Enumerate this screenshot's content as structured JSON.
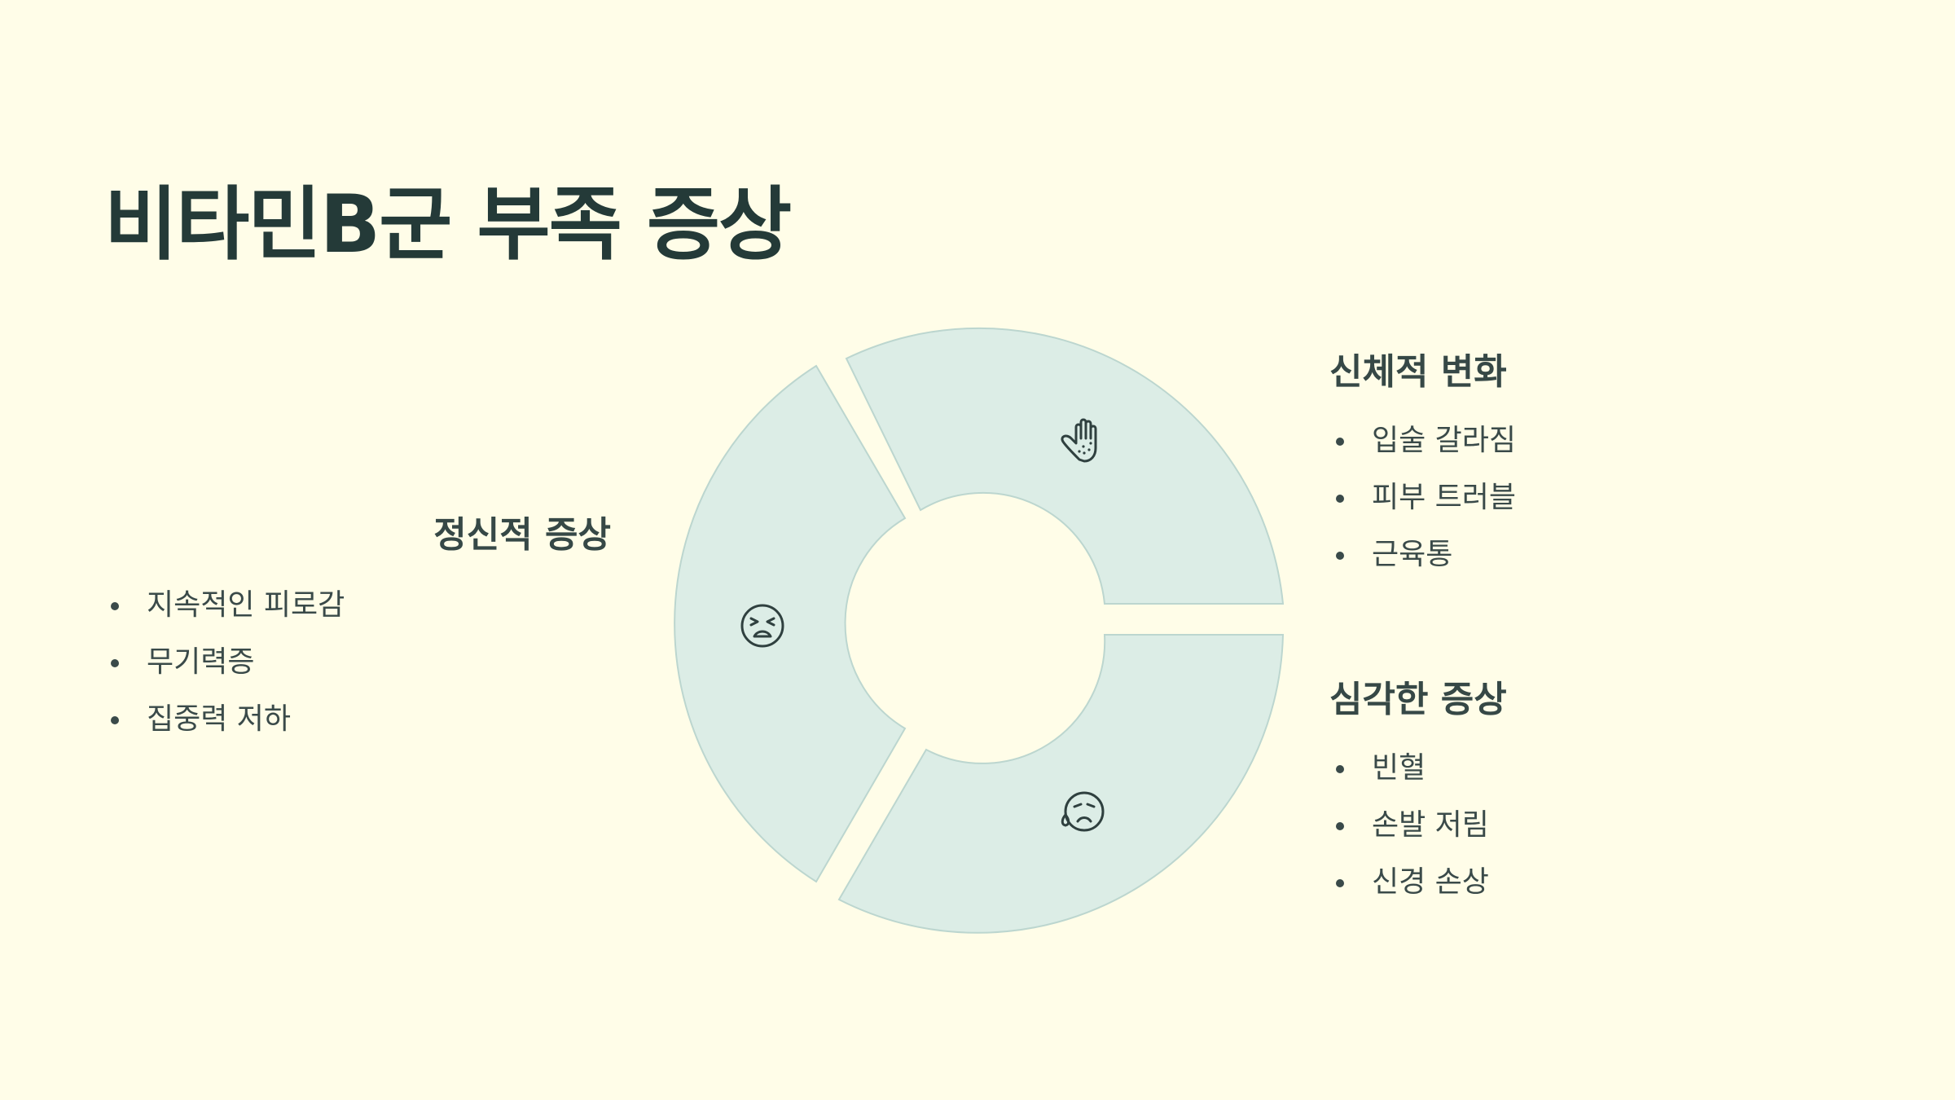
{
  "page": {
    "title": "비타민B군 부족 증상",
    "background": "#fffde8"
  },
  "diagram": {
    "segment_fill": "#dcede6",
    "segment_stroke": "#bcd6cf",
    "segments": [
      {
        "name": "physical",
        "icon": "hand-rash-icon"
      },
      {
        "name": "severe",
        "icon": "crying-face-icon"
      },
      {
        "name": "mental",
        "icon": "tired-face-icon"
      }
    ]
  },
  "groups": {
    "mental": {
      "heading": "정신적 증상",
      "items": [
        "지속적인 피로감",
        "무기력증",
        "집중력 저하"
      ]
    },
    "physical": {
      "heading": "신체적 변화",
      "items": [
        "입술 갈라짐",
        "피부 트러블",
        "근육통"
      ]
    },
    "severe": {
      "heading": "심각한 증상",
      "items": [
        "빈혈",
        "손발 저림",
        "신경 손상"
      ]
    }
  }
}
